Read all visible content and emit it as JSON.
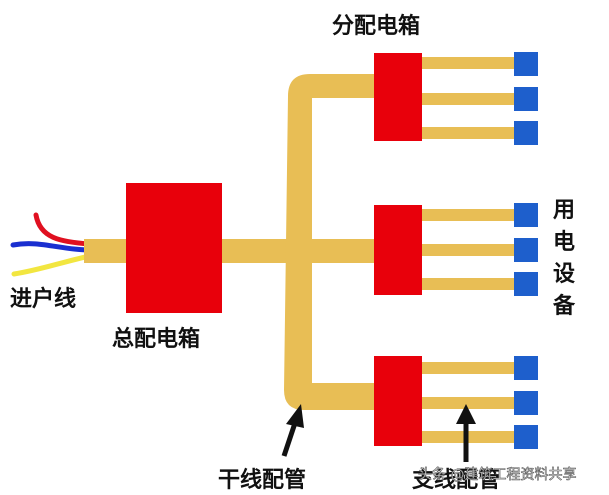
{
  "labels": {
    "incoming_line": "进户线",
    "main_box": "总配电箱",
    "branch_box": "分配电箱",
    "trunk_conduit": "干线配管",
    "branch_conduit": "支线配管",
    "equipment": [
      "用",
      "电",
      "设",
      "备"
    ]
  },
  "watermark": "头条 @建筑工程资料共享",
  "colors": {
    "conduit": "#E8BE55",
    "box": "#E8000B",
    "terminal": "#1E5FCC",
    "wire_red": "#E01020",
    "wire_blue": "#1A2FD0",
    "wire_yellow": "#F2E640",
    "arrow": "#111111"
  },
  "branches": [
    {
      "name": "top",
      "terminal_count": 3
    },
    {
      "name": "middle",
      "terminal_count": 3
    },
    {
      "name": "bottom",
      "terminal_count": 3
    }
  ]
}
